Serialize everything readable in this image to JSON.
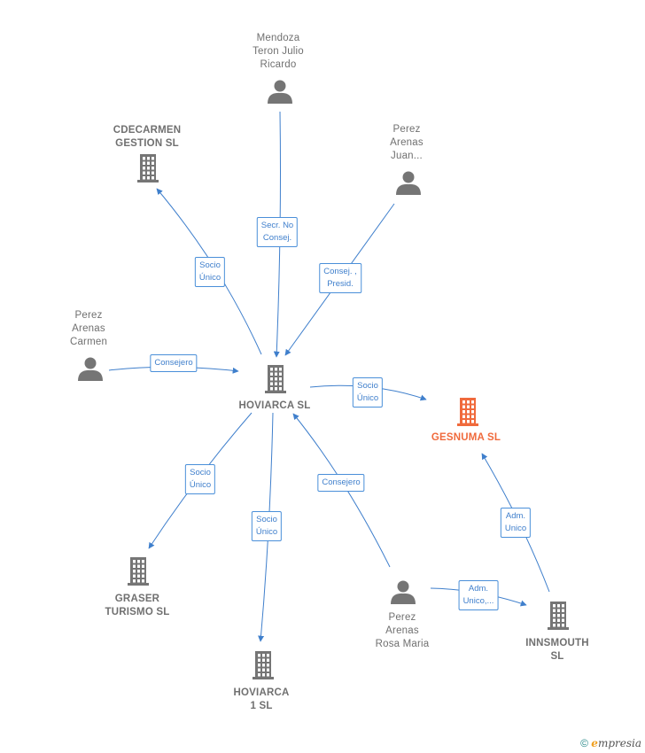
{
  "nodes": [
    {
      "id": "mendoza",
      "type": "person",
      "label": "Mendoza\nTeron Julio\nRicardo"
    },
    {
      "id": "cdecarmen",
      "type": "company",
      "label": "CDECARMEN\nGESTION SL"
    },
    {
      "id": "juan",
      "type": "person",
      "label": "Perez\nArenas\nJuan..."
    },
    {
      "id": "carmen",
      "type": "person",
      "label": "Perez\nArenas\nCarmen"
    },
    {
      "id": "hoviarca",
      "type": "company",
      "label": "HOVIARCA SL"
    },
    {
      "id": "gesnuma",
      "type": "company-focus",
      "label": "GESNUMA SL"
    },
    {
      "id": "graser",
      "type": "company",
      "label": "GRASER\nTURISMO SL"
    },
    {
      "id": "hoviarca1",
      "type": "company",
      "label": "HOVIARCA\n1 SL"
    },
    {
      "id": "rosa",
      "type": "person",
      "label": "Perez\nArenas\nRosa Maria"
    },
    {
      "id": "innsmouth",
      "type": "company",
      "label": "INNSMOUTH\nSL"
    }
  ],
  "edges": [
    {
      "from": "mendoza",
      "to": "hoviarca",
      "label": "Secr. No\nConsej."
    },
    {
      "from": "hoviarca",
      "to": "cdecarmen",
      "label": "Socio\nÚnico"
    },
    {
      "from": "juan",
      "to": "hoviarca",
      "label": "Consej. ,\nPresid."
    },
    {
      "from": "carmen",
      "to": "hoviarca",
      "label": "Consejero"
    },
    {
      "from": "hoviarca",
      "to": "gesnuma",
      "label": "Socio\nÚnico"
    },
    {
      "from": "hoviarca",
      "to": "graser",
      "label": "Socio\nÚnico"
    },
    {
      "from": "hoviarca",
      "to": "hoviarca1",
      "label": "Socio\nÚnico"
    },
    {
      "from": "rosa",
      "to": "hoviarca",
      "label": "Consejero"
    },
    {
      "from": "rosa",
      "to": "innsmouth",
      "label": "Adm.\nUnico,..."
    },
    {
      "from": "innsmouth",
      "to": "gesnuma",
      "label": "Adm.\nUnico"
    }
  ],
  "colors": {
    "edge": "#3f7fcc",
    "icon": "#757575",
    "focus": "#f06a3c"
  },
  "footer": {
    "copyright": "©",
    "brand_initial": "e",
    "brand_rest": "mpresia"
  }
}
